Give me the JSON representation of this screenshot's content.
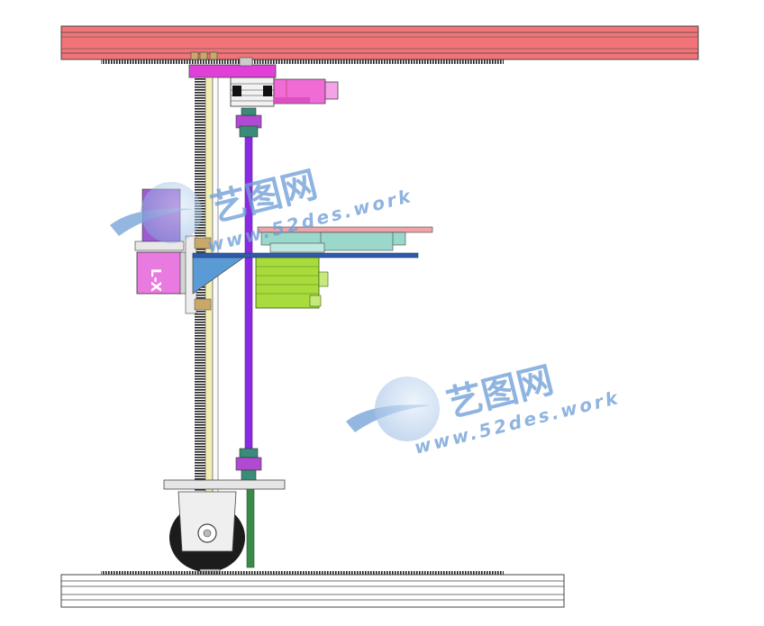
{
  "drawing": {
    "part_label": "L-X",
    "colors": {
      "top_rail": "#f07478",
      "rack": "#2b2b2b",
      "motor_pink": "#f06bd6",
      "magenta": "#e040d8",
      "shaft_purple": "#8a2be2",
      "olive_motor": "#a8dc3c",
      "table_teal": "#9ad8cc",
      "bracket_blue": "#5b9bd5",
      "beam_blue": "#2e5aa8",
      "wheel_black": "#1c1c1c",
      "frame_gray": "#d7d7d7",
      "column_tan": "#f3efb0",
      "column_green": "#3b8a4a"
    }
  },
  "watermarks": [
    {
      "brand": "艺图网",
      "url": "www.52des.work"
    },
    {
      "brand": "艺图网",
      "url": "www.52des.work"
    }
  ]
}
